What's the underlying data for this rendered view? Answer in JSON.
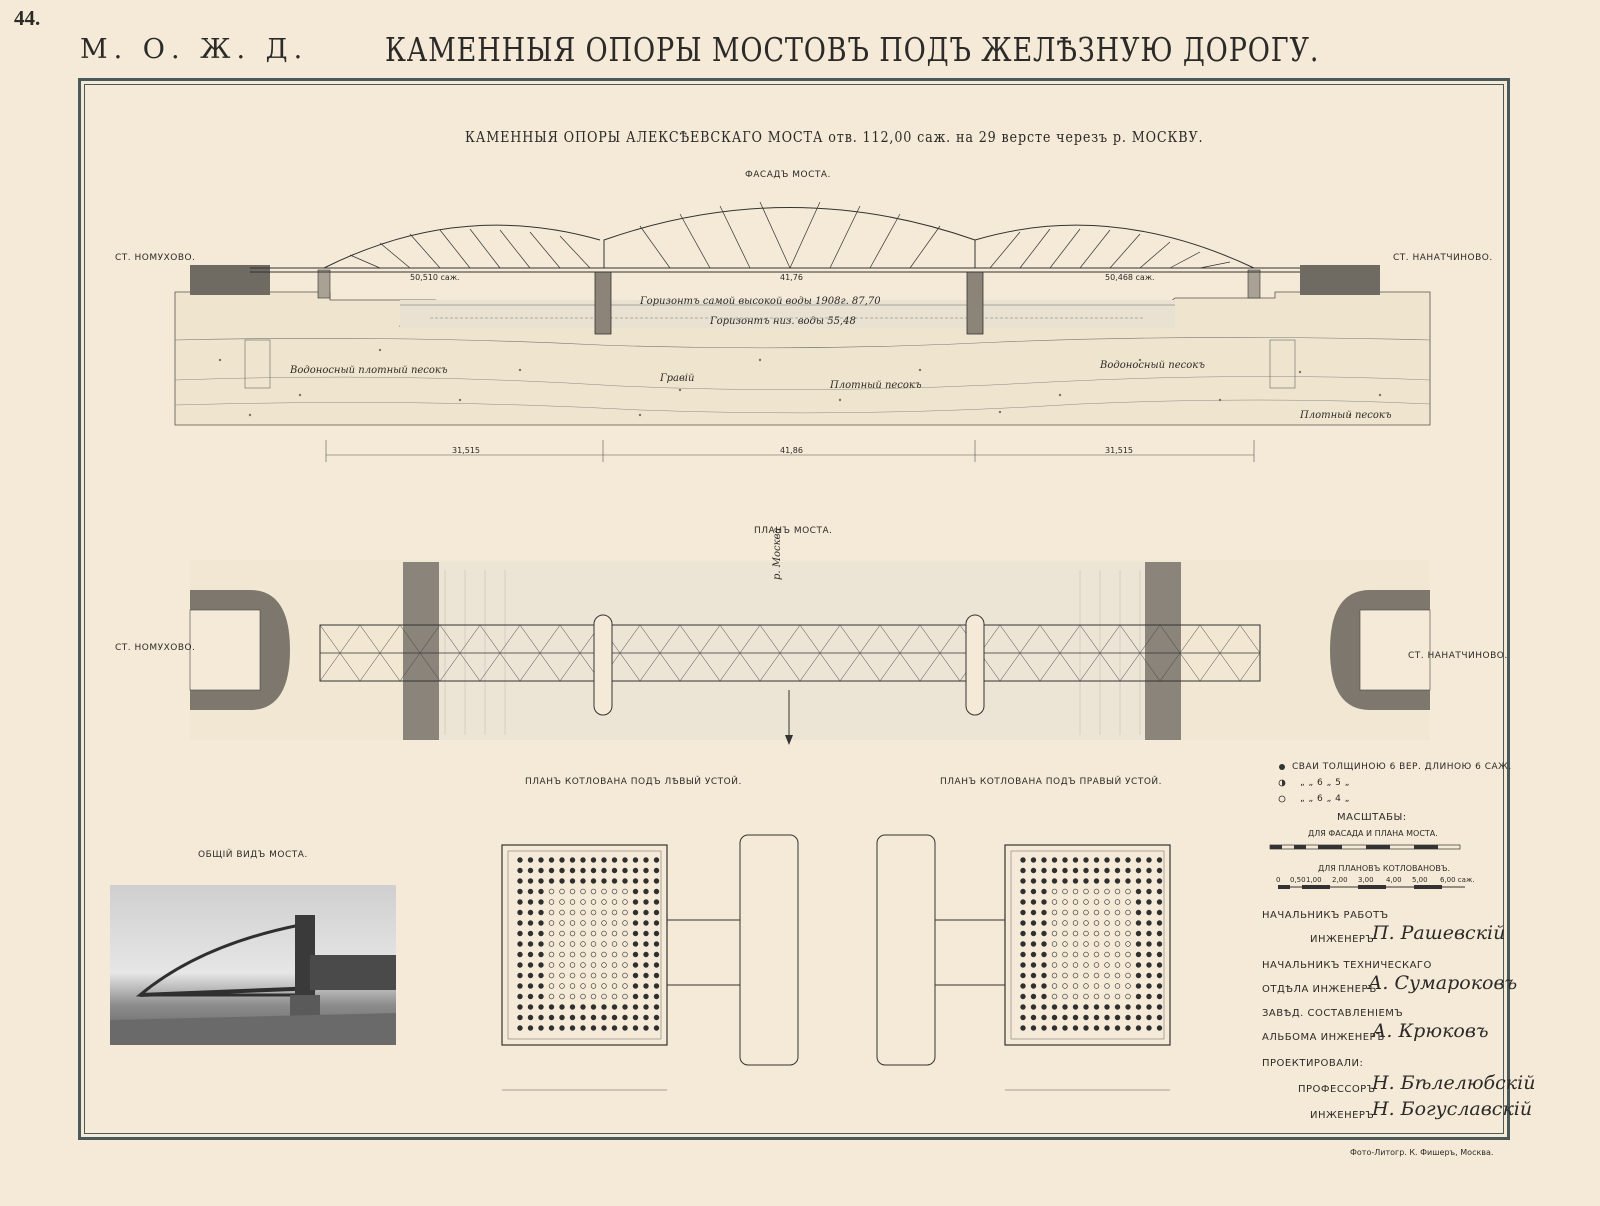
{
  "page_number": "44.",
  "railway_abbr": "М. О. Ж. Д.",
  "main_title": "КАМЕННЫЯ ОПОРЫ МОСТОВЪ ПОДЪ ЖЕЛѢЗНУЮ ДОРОГУ.",
  "sheet_title": "КАМЕННЫЯ ОПОРЫ АЛЕКСѢЕВСКАГО МОСТА отв. 112,00 саж. на 29 версте черезъ р. МОСКВУ.",
  "facade": {
    "title": "ФАСАДЪ МОСТА.",
    "station_left": "СТ. НОМУХОВО.",
    "station_right": "СТ. НАНАТЧИНОВО.",
    "span_left": "50,510 саж.",
    "span_mid": "41,76",
    "span_right": "50,468 саж.",
    "high_water": "Горизонтъ самой высокой воды 1908г. 87,70",
    "low_water": "Горизонтъ низ. воды 55,48",
    "dim_left": "31,515",
    "dim_mid": "41,86",
    "dim_right": "31,515",
    "soil_labels": [
      "Водоносный плотный песокъ",
      "Гравій",
      "Водоносный песокъ",
      "Плотный песокъ",
      "Плотный песокъ"
    ]
  },
  "plan": {
    "title": "ПЛАНЪ МОСТА.",
    "station_left": "СТ. НОМУХОВО.",
    "station_right": "СТ. НАНАТЧИНОВО.",
    "river_label": "р. Москва"
  },
  "pit_left": {
    "title": "ПЛАНЪ КОТЛОВАНА ПОДЪ ЛѢВЫЙ УСТОЙ."
  },
  "pit_right": {
    "title": "ПЛАНЪ КОТЛОВАНА ПОДЪ ПРАВЫЙ УСТОЙ."
  },
  "general_view": {
    "title": "ОБЩІЙ ВИДЪ МОСТА."
  },
  "legend": {
    "piles": [
      {
        "symbol": "filled",
        "text": "СВАИ ТОЛЩИНОЮ 6 ВЕР. ДЛИНОЮ 6 САЖ."
      },
      {
        "symbol": "half",
        "text": "„ „ 6 „ 5 „"
      },
      {
        "symbol": "open",
        "text": "„ „ 6 „ 4 „"
      }
    ],
    "scales_title": "МАСШТАБЫ:",
    "scale1_label": "ДЛЯ ФАСАДА И ПЛАНА МОСТА.",
    "scale2_label": "ДЛЯ ПЛАНОВЪ КОТЛОВАНОВЪ.",
    "scale2_ticks": [
      "0",
      "0,50",
      "1,00",
      "2,00",
      "3,00",
      "4,00",
      "5,00",
      "6,00 саж."
    ]
  },
  "signatures": [
    {
      "role1": "НАЧАЛЬНИКЪ РАБОТЪ",
      "role2": "ИНЖЕНЕРЪ",
      "name": "П. Рашевскій"
    },
    {
      "role1": "НАЧАЛЬНИКЪ ТЕХНИЧЕСКАГО",
      "role2": "ОТДѢЛА ИНЖЕНЕРЪ",
      "name": "А. Сумароковъ"
    },
    {
      "role1": "ЗАВѢД. СОСТАВЛЕНІЕМЪ",
      "role2": "АЛЬБОМА ИНЖЕНЕРЪ",
      "name": "А. Крюковъ"
    },
    {
      "role1": "ПРОЕКТИРОВАЛИ:",
      "role2": "ПРОФЕССОРЪ",
      "name": "Н. Бѣлелюбскій"
    },
    {
      "role1": "",
      "role2": "ИНЖЕНЕРЪ",
      "name": "Н. Богуславскій"
    }
  ],
  "printer": "Фото-Литогр. К. Фишеръ, Москва."
}
